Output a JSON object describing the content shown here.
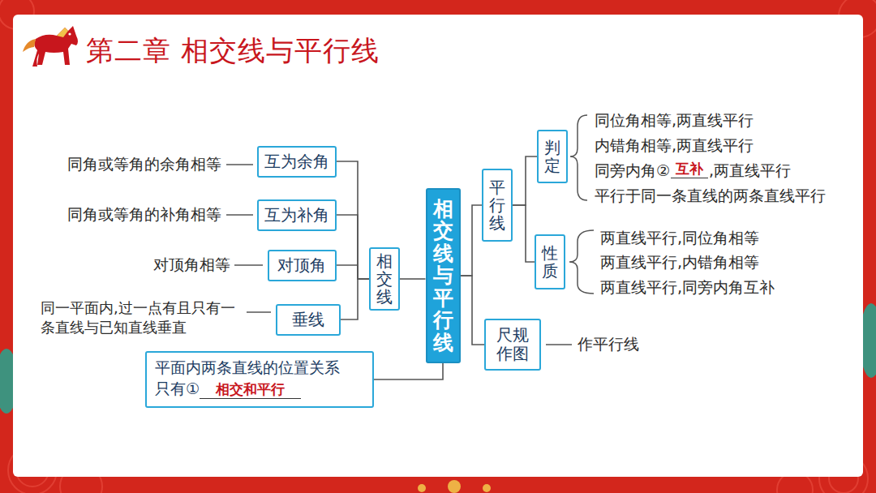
{
  "diagram": {
    "title": "第二章 相交线与平行线",
    "nodes": [
      {
        "text": [
          "相交线与平行线"
        ]
      },
      {
        "text": [
          "相交线"
        ]
      },
      {
        "text": [
          "互为余角"
        ]
      },
      {
        "text": [
          "互为补角"
        ]
      },
      {
        "text": [
          "对顶角"
        ]
      },
      {
        "text": [
          "垂线"
        ]
      },
      {
        "text": [
          "平行线"
        ]
      },
      {
        "text": [
          "判定"
        ]
      },
      {
        "text": [
          "性质"
        ]
      },
      {
        "text": [
          "尺规作图"
        ]
      },
      {
        "text": [
          "平面内两条直线的位置关系只有①",
          "相交和平行"
        ]
      }
    ],
    "edges": [
      {
        "from": 0,
        "to": 1,
        "arrow": "none"
      },
      {
        "from": 1,
        "to": 2,
        "arrow": "none"
      },
      {
        "from": 1,
        "to": 3,
        "arrow": "none"
      },
      {
        "from": 1,
        "to": 4,
        "arrow": "none"
      },
      {
        "from": 1,
        "to": 5,
        "arrow": "none"
      },
      {
        "from": 0,
        "to": 6,
        "arrow": "none"
      },
      {
        "from": 0,
        "to": 9,
        "arrow": "none"
      },
      {
        "from": 6,
        "to": 7,
        "arrow": "none"
      },
      {
        "from": 6,
        "to": 8,
        "arrow": "none"
      },
      {
        "from": 0,
        "to": 10,
        "arrow": "none"
      }
    ],
    "labels": [
      "同角或等角的余角相等",
      "同角或等角的补角相等",
      "对顶角相等",
      "同一平面内,过一点有且只有一条直线与已知直线垂直",
      "同位角相等,两直线平行",
      "内错角相等,两直线平行",
      "同旁内角②",
      "互补",
      ",两直线平行",
      "平行于同一条直线的两条直线平行",
      "两直线平行,同位角相等",
      "两直线平行,内错角相等",
      "两直线平行,同旁内角互补",
      "作平行线"
    ]
  }
}
